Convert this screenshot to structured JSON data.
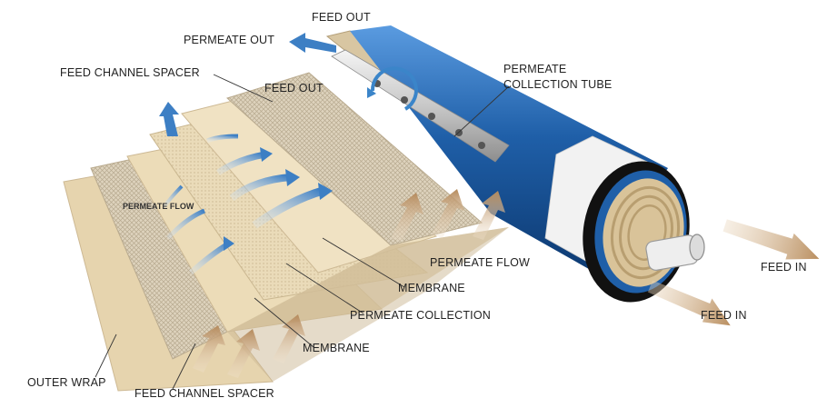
{
  "labels": {
    "feed_out_top": "FEED OUT",
    "permeate_out": "PERMEATE OUT",
    "feed_channel_spacer_top": "FEED CHANNEL SPACER",
    "feed_out_mid": "FEED OUT",
    "permeate_collection_tube_l1": "PERMEATE",
    "permeate_collection_tube_l2": "COLLECTION TUBE",
    "permeate_flow_small": "PERMEATE FLOW",
    "permeate_flow": "PERMEATE FLOW",
    "membrane_top": "MEMBRANE",
    "permeate_collection": "PERMEATE COLLECTION",
    "membrane_bottom": "MEMBRANE",
    "outer_wrap": "OUTER WRAP",
    "feed_channel_spacer_bottom": "FEED CHANNEL SPACER",
    "feed_in_top": "FEED IN",
    "feed_in_bottom": "FEED IN"
  },
  "colors": {
    "sheet_tan": "#e9d8b4",
    "sheet_light": "#f3e8cf",
    "membrane_blue": "#1f5fa8",
    "arrow_blue": "#3d7fc4",
    "arrow_brown": "#c9a57c"
  }
}
